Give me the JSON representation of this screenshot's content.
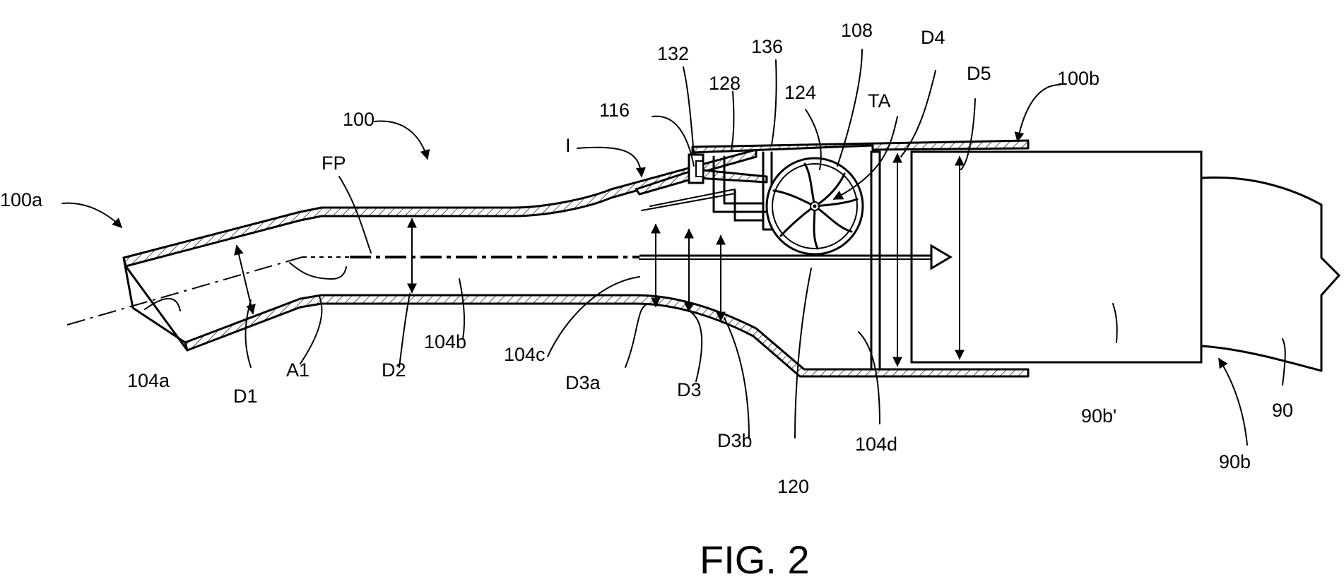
{
  "figure": {
    "caption": "FIG. 2"
  },
  "labels": {
    "l100a": "100a",
    "l100": "100",
    "l100b": "100b",
    "lFP": "FP",
    "lI": "I",
    "l116": "116",
    "l132": "132",
    "l128": "128",
    "l136": "136",
    "l108": "108",
    "l124": "124",
    "lTA": "TA",
    "lD4": "D4",
    "lD5": "D5",
    "l104a": "104a",
    "lA1": "A1",
    "lD1": "D1",
    "lD2": "D2",
    "l104b": "104b",
    "l104c": "104c",
    "lD3a": "D3a",
    "lD3": "D3",
    "lD3b": "D3b",
    "l120": "120",
    "l104d": "104d",
    "l90b1": "90b'",
    "l90": "90",
    "l90b": "90b"
  }
}
